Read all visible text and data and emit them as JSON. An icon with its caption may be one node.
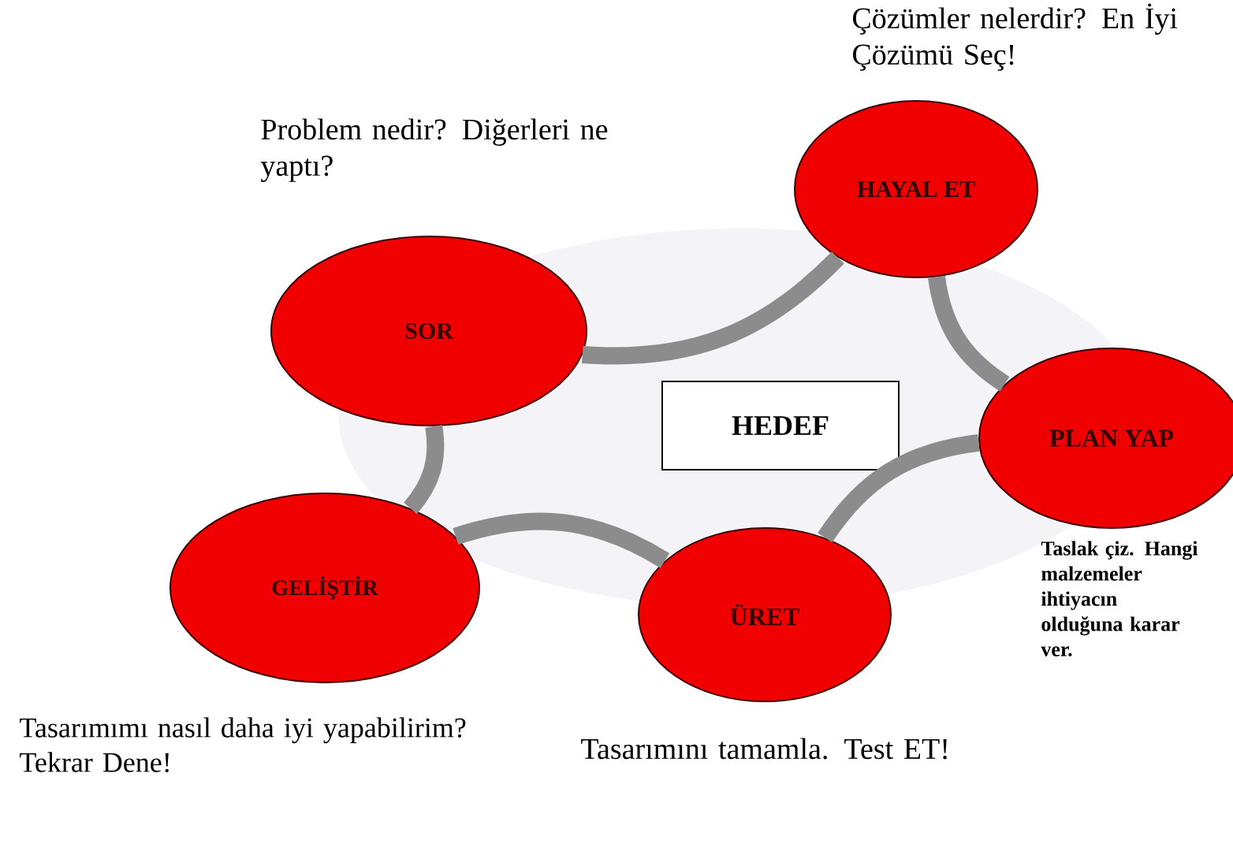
{
  "diagram": {
    "nodes": [
      {
        "text": [
          "HAYAL ET"
        ],
        "beside": [
          "Çözümler nelerdir? En İyi Çözümü Seç!"
        ]
      },
      {
        "text": [
          "SOR"
        ],
        "beside": [
          "Problem nedir? Diğerleri ne yaptı?"
        ]
      },
      {
        "text": [
          "HEDEF"
        ]
      },
      {
        "text": [
          "PLAN YAP"
        ],
        "beside": [
          "Taslak çiz. Hangi malzemeler ihtiyacın olduğuna karar ver."
        ]
      },
      {
        "text": [
          "GELİŞTİR"
        ],
        "beside": [
          "Tasarımımı nasıl daha iyi yapabilirim? Tekrar Dene!"
        ]
      },
      {
        "text": [
          "ÜRET"
        ],
        "beside": [
          "Tasarımını tamamla. Test ET!"
        ]
      }
    ],
    "edges": [
      {
        "from": 1,
        "to": 0,
        "arrow": "none"
      },
      {
        "from": 0,
        "to": 3,
        "arrow": "none"
      },
      {
        "from": 3,
        "to": 5,
        "arrow": "none"
      },
      {
        "from": 5,
        "to": 4,
        "arrow": "none"
      },
      {
        "from": 4,
        "to": 1,
        "arrow": "none"
      }
    ]
  }
}
